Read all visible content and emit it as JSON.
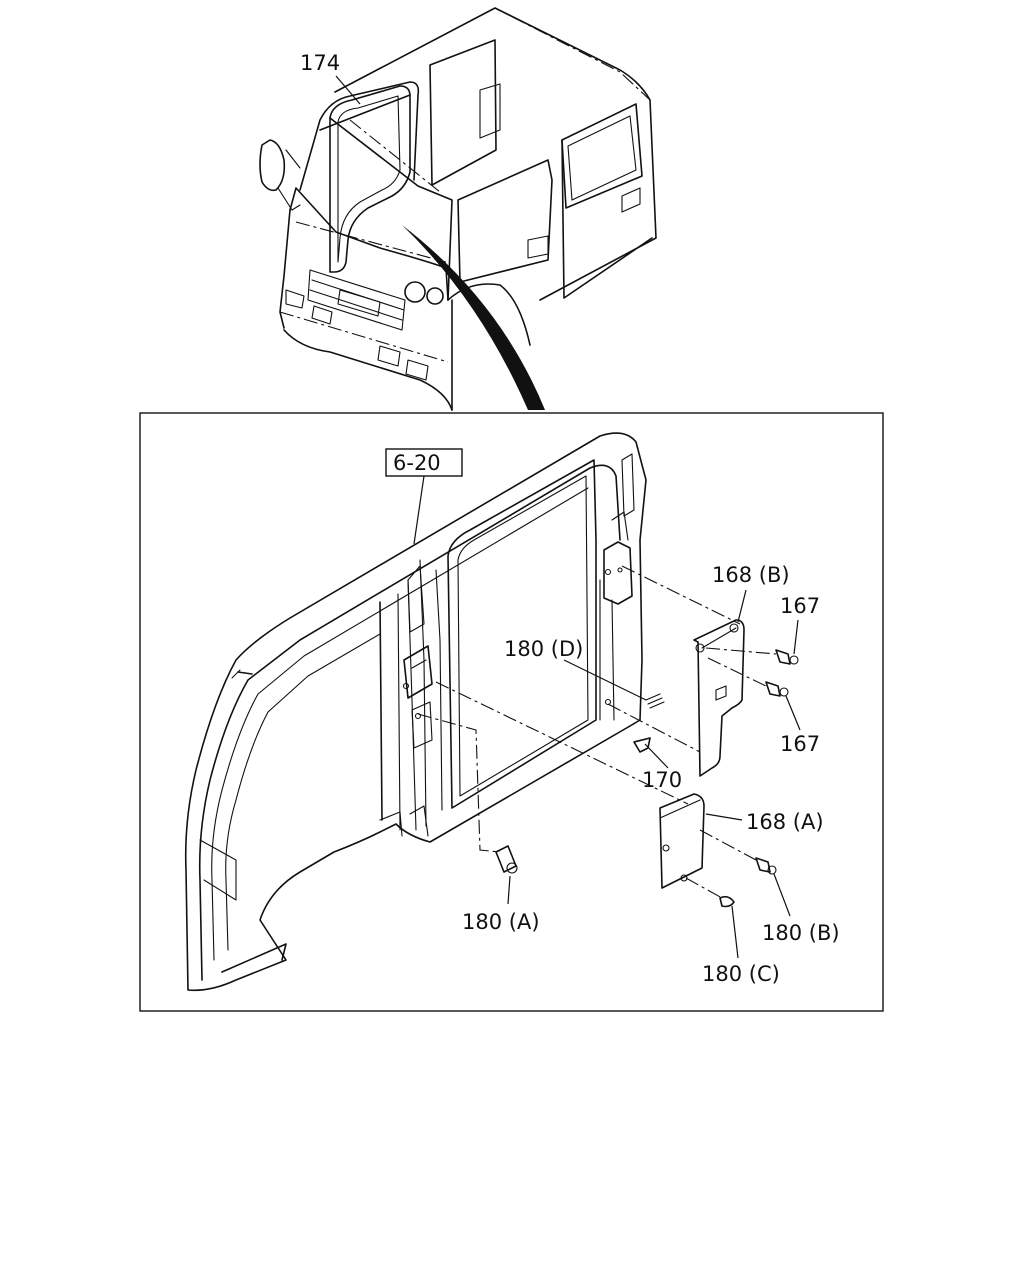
{
  "diagram": {
    "ref_box": "6-20",
    "callouts": {
      "p174": "174",
      "p168b": "168 (B)",
      "p167a": "167",
      "p180d": "180 (D)",
      "p167b": "167",
      "p170": "170",
      "p168a": "168 (A)",
      "p180a": "180 (A)",
      "p180b": "180 (B)",
      "p180c": "180 (C)"
    }
  }
}
